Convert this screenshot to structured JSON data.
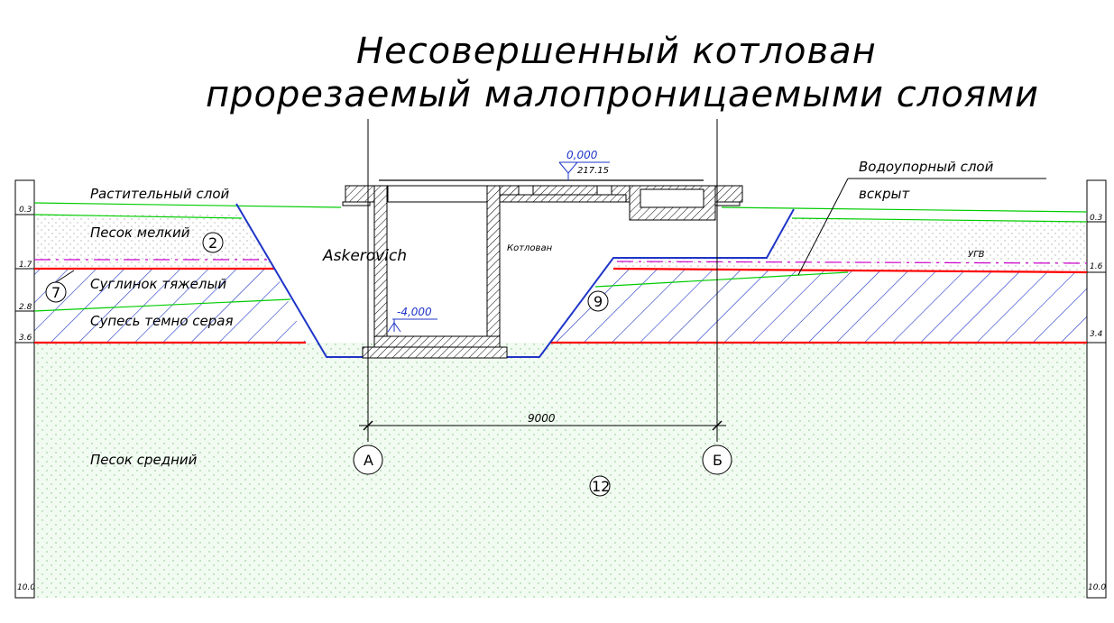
{
  "title": {
    "line1": "Несовершенный котлован",
    "line2": "прорезаемый малопроницаемыми слоями"
  },
  "author": "Askerovich",
  "pit_label": "Котлован",
  "layers": {
    "topsoil": "Растительный слой",
    "fine_sand": "Песок мелкий",
    "heavy_loam": "Суглинок тяжелый",
    "sandy_loam": "Супесь темно серая",
    "medium_sand": "Песок средний"
  },
  "layer_numbers": {
    "fine_sand": "2",
    "heavy_loam": "7",
    "right_loam": "9",
    "medium_sand": "12"
  },
  "left_depths": [
    "0.3",
    "1.7",
    "2.8",
    "3.6",
    "10.0"
  ],
  "right_depths": [
    "0.3",
    "1.6",
    "3.4",
    "10.0"
  ],
  "elevation_top": {
    "relative": "0,000",
    "absolute": "217.15"
  },
  "elevation_bottom": "-4,000",
  "groundwater_label": "УГВ",
  "callout": {
    "line1": "Водоупорный слой",
    "line2": "вскрыт"
  },
  "dimension": "9000",
  "axes": {
    "left": "А",
    "right": "Б"
  },
  "colors": {
    "layer_boundary": "#ff0000",
    "topsoil_line": "#00cc00",
    "pit_outline": "#1f35c8",
    "groundwater": "#cc00cc",
    "sand_fill": "#f1fbf1"
  }
}
